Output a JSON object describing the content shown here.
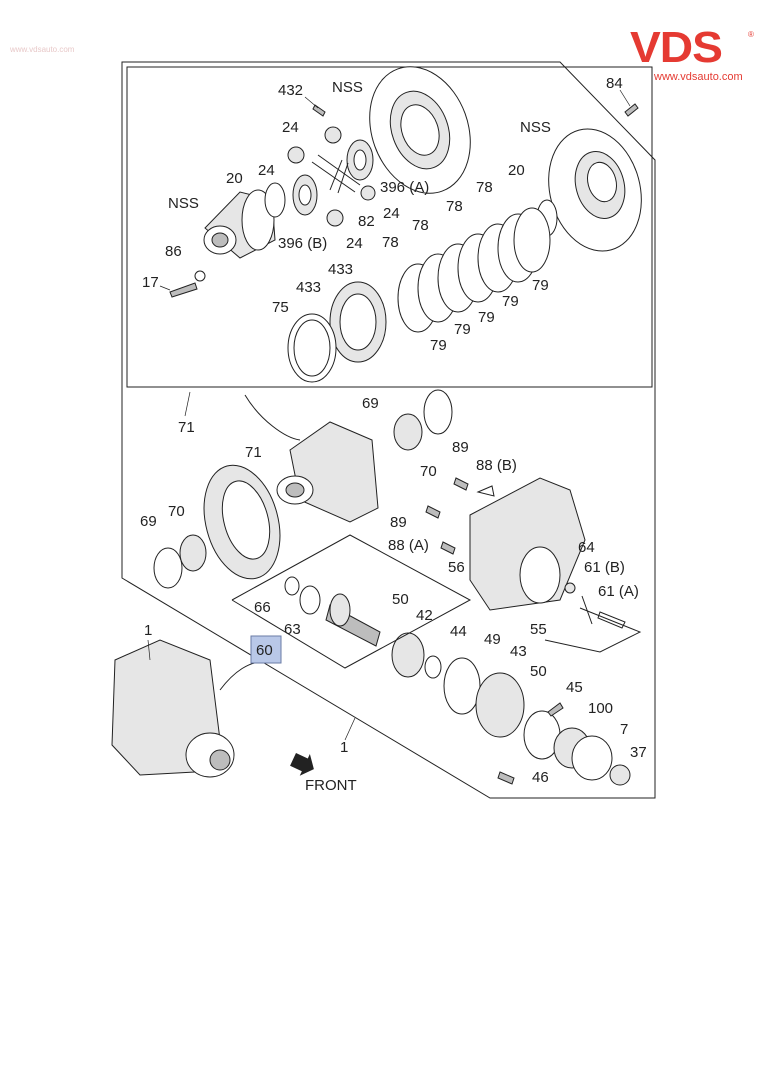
{
  "brand": {
    "logo_text": "VDS",
    "url": "www.vdsauto.com",
    "reg_mark": "®",
    "color": "#e53a32"
  },
  "watermark": "www.vdsauto.com",
  "highlight_color": "#b9c8e8",
  "front_label": "FRONT",
  "callouts": {
    "c432": "432",
    "cNSS1": "NSS",
    "c84": "84",
    "cNSS2": "NSS",
    "c24a": "24",
    "c24b": "24",
    "c24c": "24",
    "c24d": "24",
    "c20a": "20",
    "c20b": "20",
    "cNSS3": "NSS",
    "c396a": "396 (A)",
    "c396b": "396 (B)",
    "c82": "82",
    "c86": "86",
    "c17": "17",
    "c78a": "78",
    "c78b": "78",
    "c78c": "78",
    "c78d": "78",
    "c433a": "433",
    "c433b": "433",
    "c75": "75",
    "c79a": "79",
    "c79b": "79",
    "c79c": "79",
    "c79d": "79",
    "c79e": "79",
    "c71a": "71",
    "c71b": "71",
    "c69a": "69",
    "c69b": "69",
    "c70a": "70",
    "c70b": "70",
    "c89a": "89",
    "c89b": "89",
    "c88b": "88 (B)",
    "c88a": "88 (A)",
    "c56": "56",
    "c64": "64",
    "c61b": "61 (B)",
    "c61a": "61 (A)",
    "c66": "66",
    "c63": "63",
    "c50a": "50",
    "c42": "42",
    "c44": "44",
    "c49": "49",
    "c43": "43",
    "c55": "55",
    "c50b": "50",
    "c45": "45",
    "c100": "100",
    "c7": "7",
    "c37": "37",
    "c46": "46",
    "c1a": "1",
    "c1b": "1",
    "c60": "60"
  }
}
